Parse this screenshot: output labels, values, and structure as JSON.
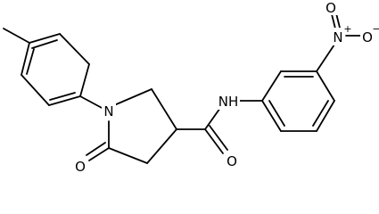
{
  "molecule": {
    "atoms": {
      "n_amine": "N",
      "o_carbonyl_ring": "O",
      "o_carbonyl_amide": "O",
      "nh": "NH",
      "n_nitro": "N",
      "n_nitro_charge": "+",
      "o_nitro_top": "O",
      "o_nitro_right": "O",
      "o_nitro_right_charge": "−"
    }
  }
}
